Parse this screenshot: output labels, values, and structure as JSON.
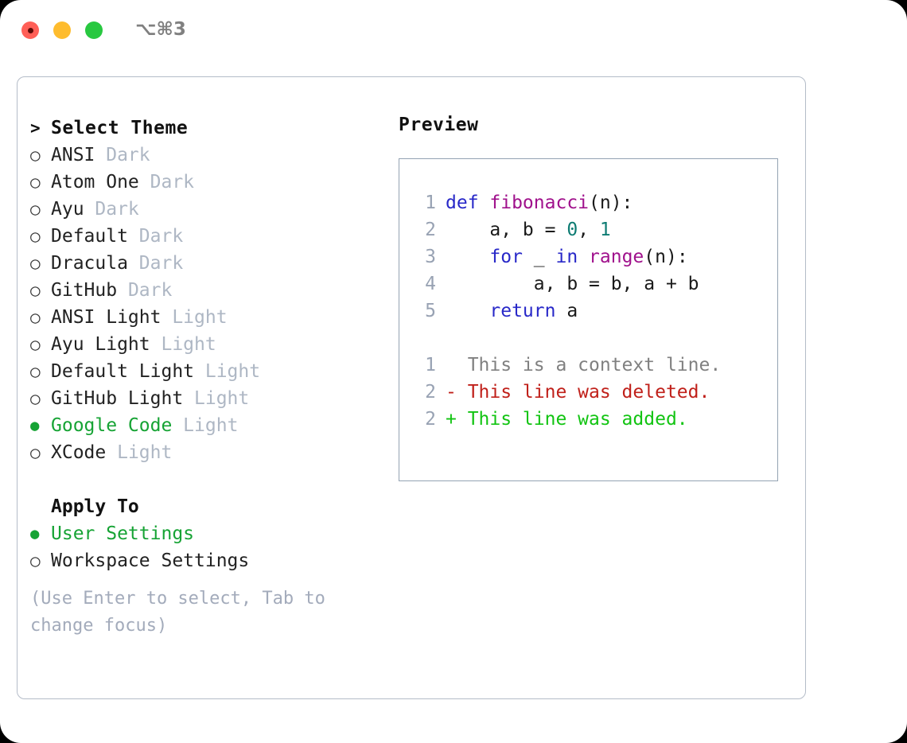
{
  "titlebar": {
    "shortcut": "⌥⌘3",
    "lights": [
      "close",
      "minimize",
      "zoom"
    ]
  },
  "left": {
    "header": {
      "caret": ">",
      "label": "Select Theme"
    },
    "themes": [
      {
        "marker": "○",
        "name": "ANSI",
        "kind": "Dark",
        "selected": false
      },
      {
        "marker": "○",
        "name": "Atom One",
        "kind": "Dark",
        "selected": false
      },
      {
        "marker": "○",
        "name": "Ayu",
        "kind": "Dark",
        "selected": false
      },
      {
        "marker": "○",
        "name": "Default",
        "kind": "Dark",
        "selected": false
      },
      {
        "marker": "○",
        "name": "Dracula",
        "kind": "Dark",
        "selected": false
      },
      {
        "marker": "○",
        "name": "GitHub",
        "kind": "Dark",
        "selected": false
      },
      {
        "marker": "○",
        "name": "ANSI Light",
        "kind": "Light",
        "selected": false
      },
      {
        "marker": "○",
        "name": "Ayu Light",
        "kind": "Light",
        "selected": false
      },
      {
        "marker": "○",
        "name": "Default Light",
        "kind": "Light",
        "selected": false
      },
      {
        "marker": "○",
        "name": "GitHub Light",
        "kind": "Light",
        "selected": false
      },
      {
        "marker": "●",
        "name": "Google Code",
        "kind": "Light",
        "selected": true
      },
      {
        "marker": "○",
        "name": "XCode",
        "kind": "Light",
        "selected": false
      }
    ],
    "apply_to": {
      "label": "Apply To",
      "options": [
        {
          "marker": "●",
          "name": "User Settings",
          "selected": true
        },
        {
          "marker": "○",
          "name": "Workspace Settings",
          "selected": false
        }
      ]
    },
    "hint": "(Use Enter to select, Tab to change focus)"
  },
  "right": {
    "title": "Preview",
    "code_lines": [
      {
        "no": "1",
        "tokens": [
          {
            "t": "def ",
            "c": "kw"
          },
          {
            "t": "fibonacci",
            "c": "fn"
          },
          {
            "t": "(n):",
            "c": "pl"
          }
        ]
      },
      {
        "no": "2",
        "tokens": [
          {
            "t": "    a, b = ",
            "c": "pl"
          },
          {
            "t": "0",
            "c": "num"
          },
          {
            "t": ", ",
            "c": "pl"
          },
          {
            "t": "1",
            "c": "num"
          }
        ]
      },
      {
        "no": "3",
        "tokens": [
          {
            "t": "    ",
            "c": "pl"
          },
          {
            "t": "for",
            "c": "kw"
          },
          {
            "t": " _ ",
            "c": "pl"
          },
          {
            "t": "in",
            "c": "kw"
          },
          {
            "t": " ",
            "c": "pl"
          },
          {
            "t": "range",
            "c": "fn"
          },
          {
            "t": "(n):",
            "c": "pl"
          }
        ]
      },
      {
        "no": "4",
        "tokens": [
          {
            "t": "        a, b = b, a + b",
            "c": "pl"
          }
        ]
      },
      {
        "no": "5",
        "tokens": [
          {
            "t": "    ",
            "c": "pl"
          },
          {
            "t": "return",
            "c": "kw"
          },
          {
            "t": " a",
            "c": "pl"
          }
        ]
      }
    ],
    "diff_lines": [
      {
        "no": "1",
        "text": "  This is a context line.",
        "c": "ctx"
      },
      {
        "no": "2",
        "text": "- This line was deleted.",
        "c": "del"
      },
      {
        "no": "2",
        "text": "+ This line was added.",
        "c": "add"
      }
    ]
  },
  "colors": {
    "accent_green": "#16a334",
    "muted": "#aeb7c4",
    "keyword": "#2828c8",
    "function": "#a0118c",
    "number": "#0e7c73",
    "diff_delete": "#c0201a",
    "diff_add": "#12c412",
    "border": "#b4bcc8",
    "preview_border": "#94a3b3"
  }
}
